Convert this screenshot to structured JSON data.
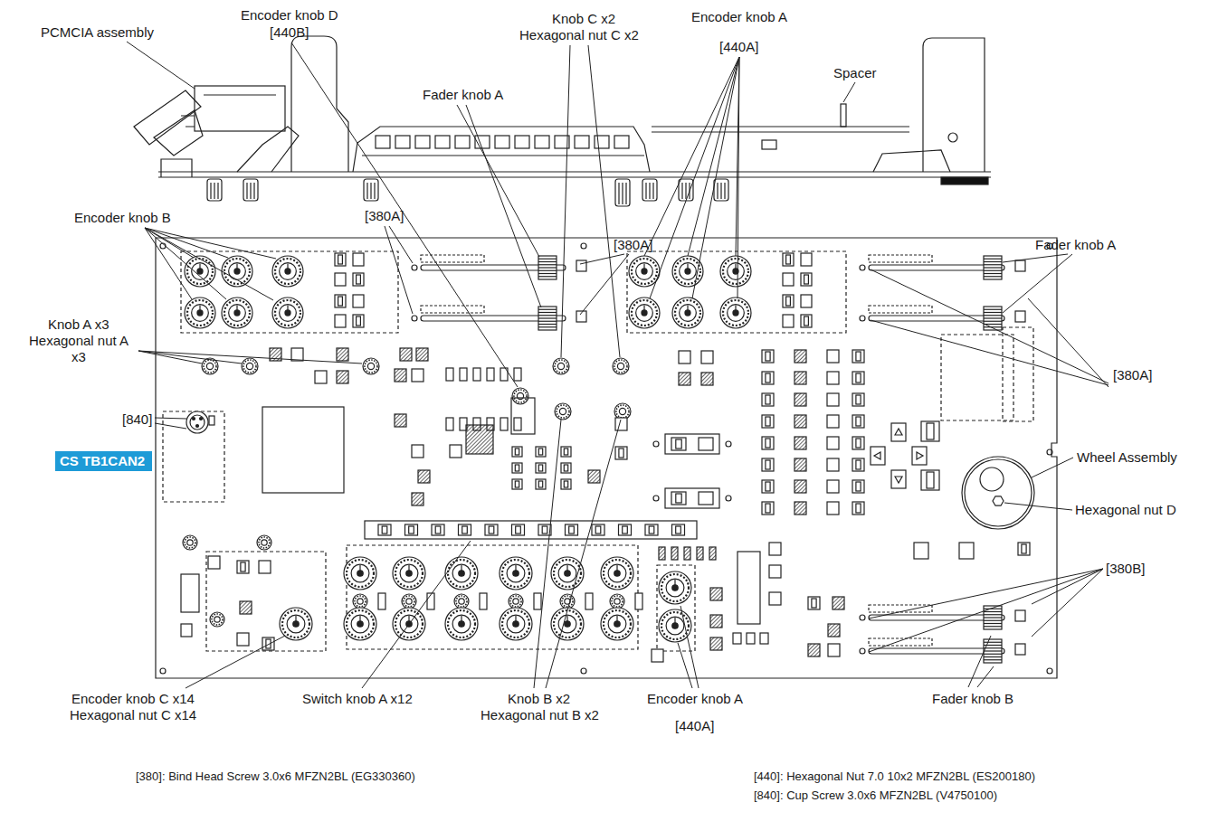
{
  "diagram": {
    "nodes": [
      {
        "text": [
          "CS TB1CAN2"
        ]
      }
    ],
    "labels": [
      "PCMCIA assembly",
      "Encoder knob D",
      "[440B]",
      "Knob C x2",
      "Hexagonal nut C x2",
      "Encoder knob A",
      "[440A]",
      "Spacer",
      "Fader knob A",
      "Encoder knob B",
      "[380A]",
      "[380A]",
      "Fader knob A",
      "Knob A x3",
      "Hexagonal nut A x3",
      "[380A]",
      "[840]",
      "Wheel Assembly",
      "Hexagonal nut D",
      "[380B]",
      "Encoder knob C x14",
      "Hexagonal nut C x14",
      "Switch knob A x12",
      "Knob B x2",
      "Hexagonal nut B x2",
      "Encoder knob A",
      "[440A]",
      "Fader knob B",
      "[380]: Bind Head Screw 3.0x6 MFZN2BL (EG330360)",
      "[440]: Hexagonal Nut 7.0 10x2 MFZN2BL (ES200180)",
      "[840]: Cup Screw 3.0x6 MFZN2BL (V4750100)"
    ]
  }
}
